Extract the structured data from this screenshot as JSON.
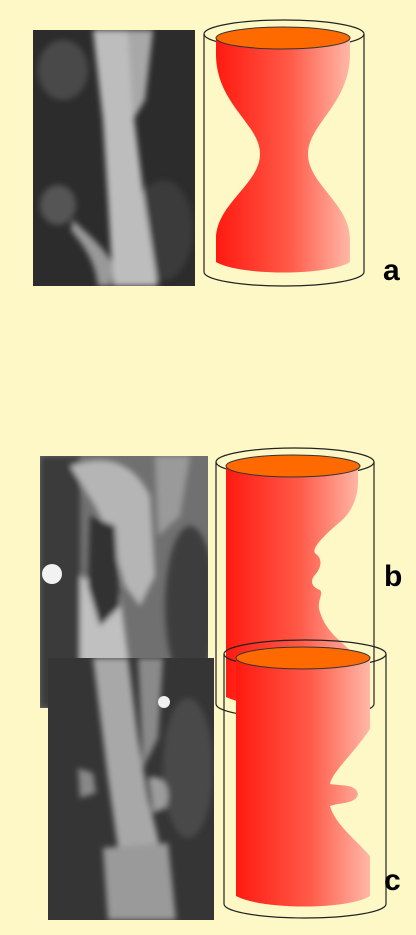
{
  "panels": [
    {
      "label": "a",
      "model_type": "symmetric-stenosis"
    },
    {
      "label": "b",
      "model_type": "irregular-ulcerated-stenosis"
    },
    {
      "label": "c",
      "model_type": "asymmetric-stenosis-with-ulcer"
    }
  ],
  "colors": {
    "background": "#fdf8c6",
    "lumen_light": "#ffa08c",
    "lumen_mid": "#ff4a3a",
    "lumen_dark": "#ff1010",
    "lumen_top": "#ff6a00",
    "container_outline": "#222222"
  }
}
